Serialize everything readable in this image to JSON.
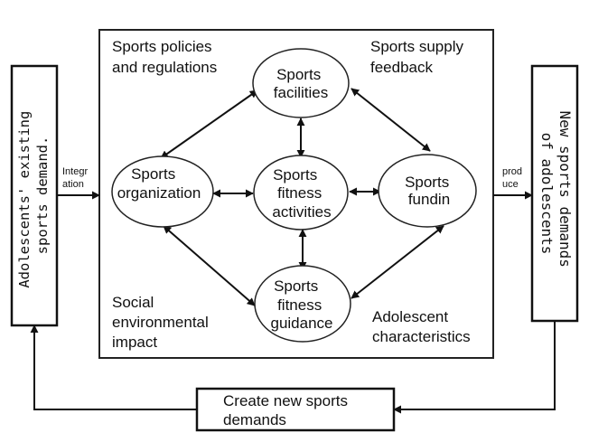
{
  "left_box": {
    "lines": [
      "Adolescents' existing",
      "sports demand."
    ]
  },
  "right_box": {
    "lines": [
      "New sports demands",
      "of adolescents"
    ]
  },
  "bottom_box": {
    "lines": [
      "Create new sports",
      "demands"
    ]
  },
  "main_box": {
    "corners": {
      "top_left": [
        "Sports policies",
        "and regulations"
      ],
      "top_right": [
        "Sports supply",
        "feedback"
      ],
      "bottom_left": [
        "Social",
        "environmental",
        "impact"
      ],
      "bottom_right": [
        "Adolescent",
        "characteristics"
      ]
    },
    "nodes": {
      "facilities": [
        "Sports",
        "facilities"
      ],
      "organization": [
        "Sports",
        "organization"
      ],
      "activities": [
        "Sports",
        "fitness",
        "activities"
      ],
      "funding": [
        "Sports",
        "fundin"
      ],
      "guidance": [
        "Sports",
        "fitness",
        "guidance"
      ]
    }
  },
  "arrow_labels": {
    "integration": [
      "Integr",
      "ation"
    ],
    "produce": [
      "prod",
      "uce"
    ]
  }
}
